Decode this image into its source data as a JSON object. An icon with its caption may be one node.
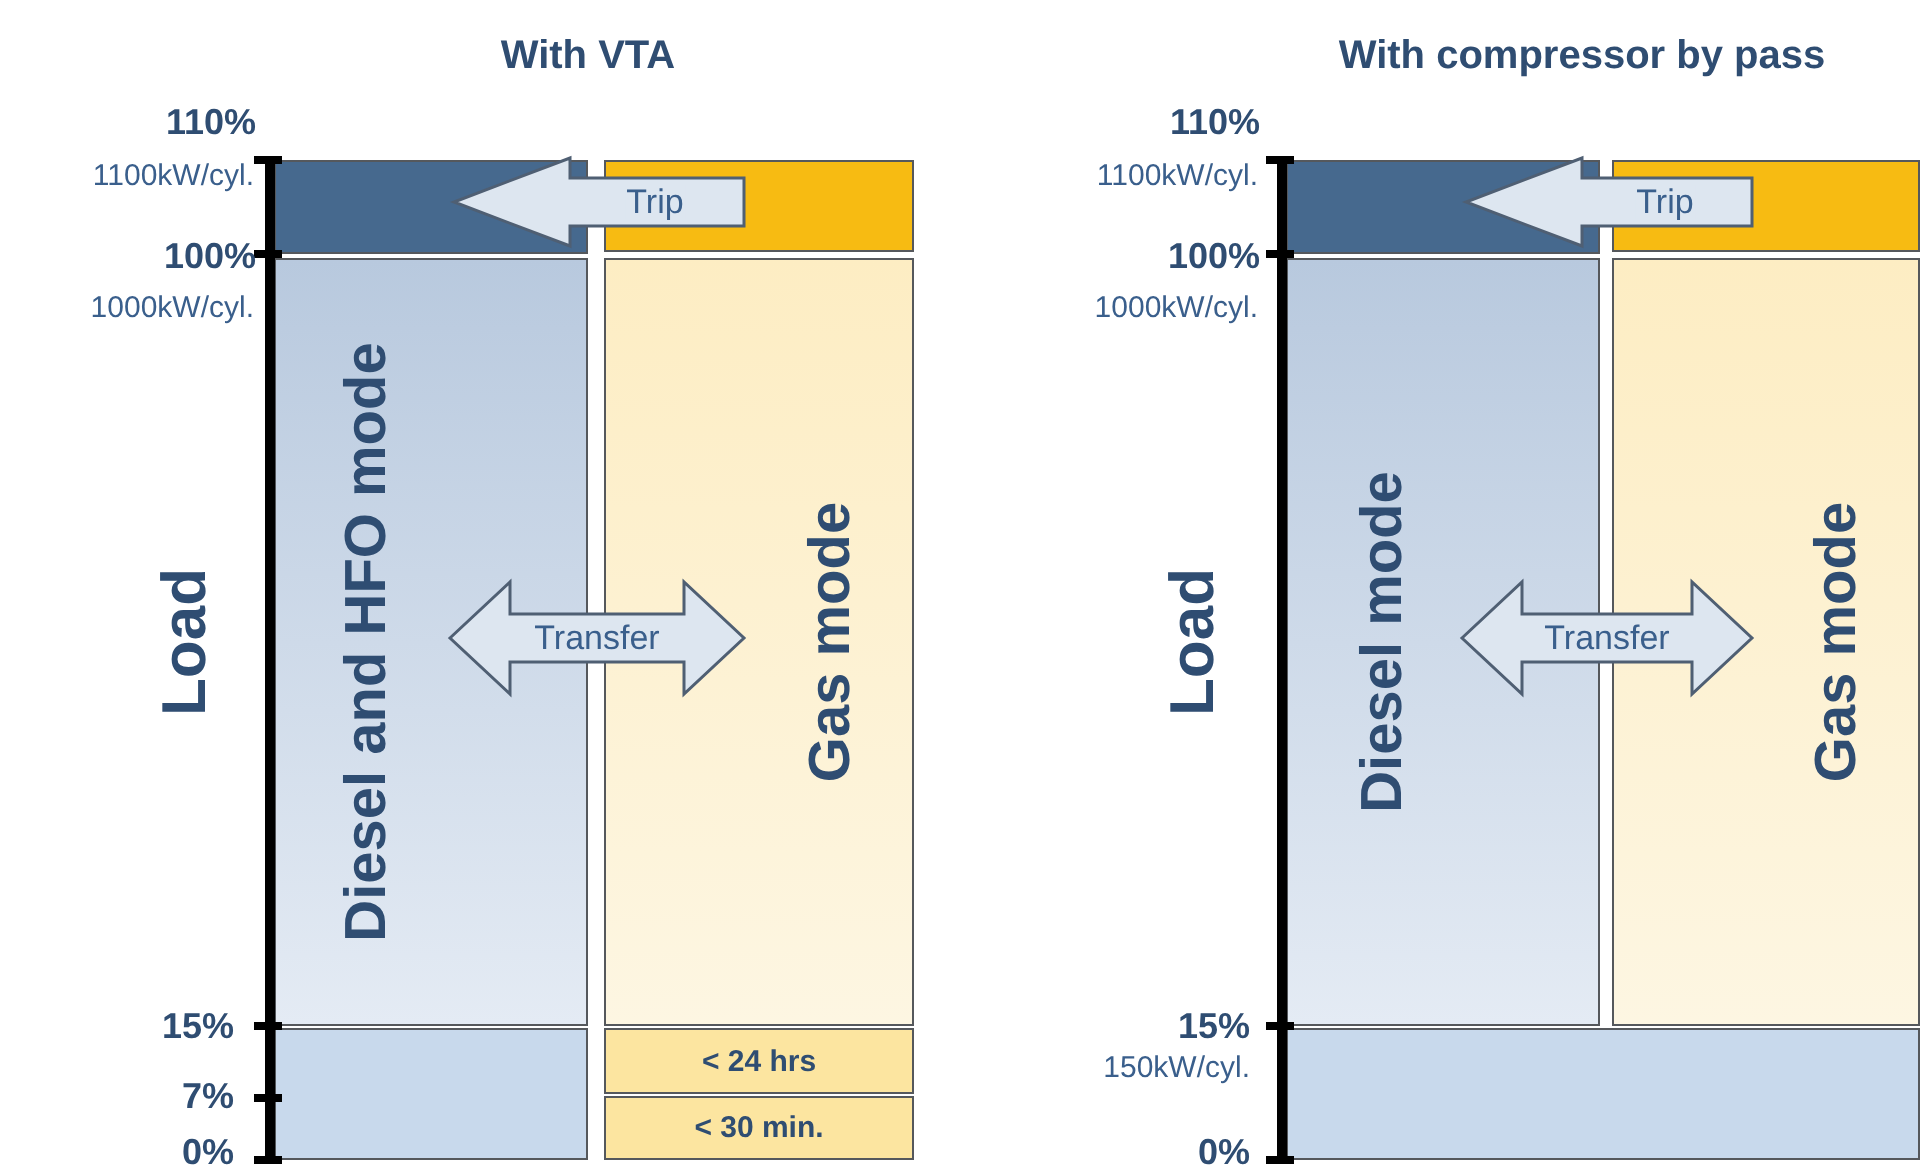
{
  "diagram": {
    "nodes": [
      {
        "text": [],
        "shape": "box"
      },
      {
        "text": [],
        "shape": "box"
      },
      {
        "text": [
          "Diesel and HFO mode"
        ]
      },
      {
        "text": [
          "Gas mode"
        ]
      },
      {
        "text": [],
        "shape": "box"
      },
      {
        "text": [
          "< 24 hrs"
        ]
      },
      {
        "text": [
          "< 30 min."
        ]
      },
      {
        "text": [],
        "shape": "box"
      },
      {
        "text": [],
        "shape": "box"
      },
      {
        "text": [
          "Diesel mode"
        ]
      },
      {
        "text": [
          "Gas mode"
        ]
      },
      {
        "text": [],
        "shape": "box"
      }
    ],
    "edges": [
      {
        "from": 1,
        "to": 0,
        "arrow": "to",
        "label": "Trip"
      },
      {
        "from": 2,
        "to": 3,
        "arrow": "both",
        "label": "Transfer"
      },
      {
        "from": 8,
        "to": 7,
        "arrow": "to",
        "label": "Trip"
      },
      {
        "from": 9,
        "to": 10,
        "arrow": "both",
        "label": "Transfer"
      }
    ],
    "labels": [
      "With VTA",
      "110%",
      "1100kW/cyl.",
      "100%",
      "1000kW/cyl.",
      "Load",
      "15%",
      "7%",
      "0%",
      "With compressor by pass",
      "110%",
      "1100kW/cyl.",
      "100%",
      "1000kW/cyl.",
      "Load",
      "15%",
      "150kW/cyl.",
      "0%"
    ]
  }
}
